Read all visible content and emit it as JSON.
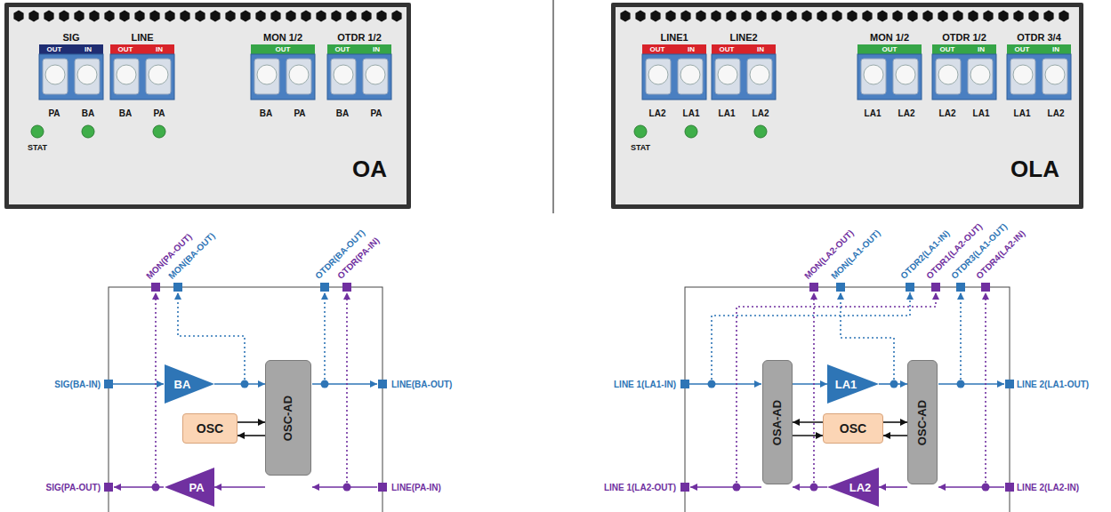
{
  "diagram": {
    "nodes": [
      {
        "text": [
          "OA"
        ]
      },
      {
        "text": [
          "OLA"
        ]
      },
      {
        "text": [
          "BA"
        ]
      },
      {
        "text": [
          "OSC-AD"
        ]
      },
      {
        "text": [
          "OSC"
        ]
      },
      {
        "text": [
          "PA"
        ]
      },
      {
        "text": [
          "OSA-AD"
        ]
      },
      {
        "text": [
          "LA1"
        ]
      },
      {
        "text": [
          "OSC-AD"
        ]
      },
      {
        "text": [
          "OSC"
        ]
      },
      {
        "text": [
          "LA2"
        ]
      }
    ],
    "edges": [
      {
        "from": 2,
        "to": 3,
        "arrow": "to"
      },
      {
        "from": 4,
        "to": 3,
        "arrow": "to"
      },
      {
        "from": 3,
        "to": 4,
        "arrow": "to"
      },
      {
        "from": 3,
        "to": 5,
        "arrow": "to"
      },
      {
        "from": 6,
        "to": 7,
        "arrow": "to"
      },
      {
        "from": 7,
        "to": 8,
        "arrow": "to"
      },
      {
        "from": 8,
        "to": 10,
        "arrow": "to"
      },
      {
        "from": 10,
        "to": 6,
        "arrow": "to"
      },
      {
        "from": 9,
        "to": 6,
        "arrow": "to"
      },
      {
        "from": 6,
        "to": 9,
        "arrow": "to"
      },
      {
        "from": 9,
        "to": 8,
        "arrow": "to"
      },
      {
        "from": 8,
        "to": 9,
        "arrow": "to"
      }
    ],
    "labels": [
      "SIG",
      "OUT",
      "IN",
      "LINE",
      "OUT",
      "IN",
      "MON 1/2",
      "OUT",
      "OTDR 1/2",
      "OUT",
      "IN",
      "PA",
      "BA",
      "BA",
      "PA",
      "BA",
      "PA",
      "BA",
      "PA",
      "STAT",
      "LINE1",
      "OUT",
      "IN",
      "LINE2",
      "OUT",
      "IN",
      "MON 1/2",
      "OUT",
      "OTDR 1/2",
      "OUT",
      "IN",
      "OTDR 3/4",
      "OUT",
      "IN",
      "LA2",
      "LA1",
      "LA1",
      "LA2",
      "LA1",
      "LA2",
      "LA2",
      "LA1",
      "LA1",
      "LA2",
      "STAT",
      "MON(PA-OUT)",
      "MON(BA-OUT)",
      "OTDR(BA-OUT)",
      "OTDR(PA-IN)",
      "SIG(BA-IN)",
      "LINE(BA-OUT)",
      "SIG(PA-OUT)",
      "LINE(PA-IN)",
      "MON(LA2-OUT)",
      "MON(LA1-OUT)",
      "OTDR2(LA1-IN)",
      "OTDR1(LA2-OUT)",
      "OTDR3(LA1-OUT)",
      "OTDR4(LA2-IN)",
      "LINE 1(LA1-IN)",
      "LINE 2(LA1-OUT)",
      "LINE 1(LA2-OUT)",
      "LINE 2(LA2-IN)"
    ]
  }
}
